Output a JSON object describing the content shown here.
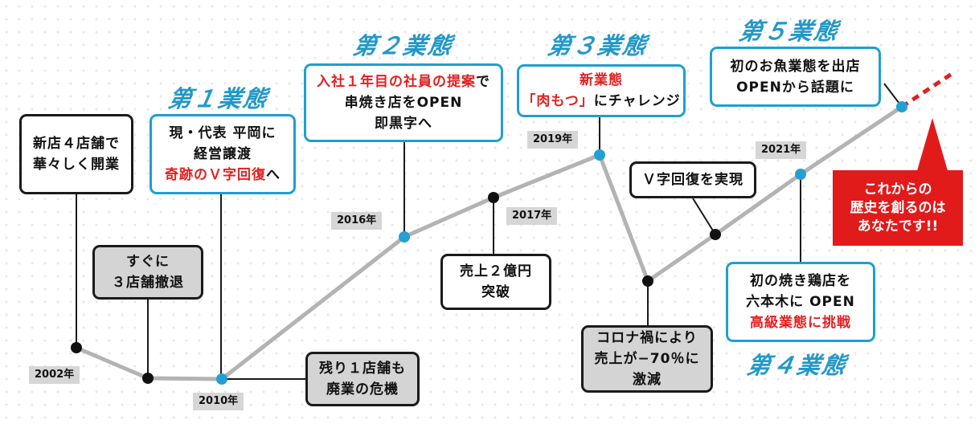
{
  "phases": [
    {
      "label": "第１業態"
    },
    {
      "label": "第２業態"
    },
    {
      "label": "第３業態"
    },
    {
      "label": "第４業態"
    },
    {
      "label": "第５業態"
    }
  ],
  "years": [
    {
      "label": "2002年"
    },
    {
      "label": "2010年"
    },
    {
      "label": "2016年"
    },
    {
      "label": "2017年"
    },
    {
      "label": "2019年"
    },
    {
      "label": "2021年"
    }
  ],
  "events": [
    {
      "lines": [
        {
          "text": "新店４店舗で",
          "red": false
        },
        {
          "text": "華々しく開業",
          "red": false
        }
      ]
    },
    {
      "lines": [
        {
          "text": "すぐに",
          "red": false
        },
        {
          "text": "３店舗撤退",
          "red": false
        }
      ]
    },
    {
      "lines": [
        {
          "text": "現・代表 平岡に",
          "red": false
        },
        {
          "text": "経営譲渡",
          "red": false
        },
        {
          "text": "奇跡のＶ字回復",
          "red": true,
          "tail": "へ"
        }
      ]
    },
    {
      "lines": [
        {
          "text": "残り１店舗も",
          "red": false
        },
        {
          "text": "廃業の危機",
          "red": false
        }
      ]
    },
    {
      "lines": [
        {
          "text": "入社１年目の社員の提案",
          "red": true,
          "tail": "で"
        },
        {
          "text": "串焼き店をOPEN",
          "red": false
        },
        {
          "text": "即黒字へ",
          "red": false
        }
      ]
    },
    {
      "lines": [
        {
          "text": "売上２億円",
          "red": false
        },
        {
          "text": "突破",
          "red": false
        }
      ]
    },
    {
      "lines": [
        {
          "text": "新業態",
          "red": true
        },
        {
          "text": "「肉もつ」",
          "red": true,
          "tail": "にチャレンジ"
        }
      ]
    },
    {
      "lines": [
        {
          "text": "コロナ禍により",
          "red": false
        },
        {
          "text": "売上が−70％に",
          "red": false
        },
        {
          "text": "激減",
          "red": false
        }
      ]
    },
    {
      "lines": [
        {
          "text": "Ｖ字回復を実現",
          "red": false
        }
      ]
    },
    {
      "lines": [
        {
          "text": "初の焼き鶏店を",
          "red": false
        },
        {
          "text": "六本木に OPEN",
          "red": false
        },
        {
          "text": "高級業態に挑戦",
          "red": true
        }
      ]
    },
    {
      "lines": [
        {
          "text": "初のお魚業態を出店",
          "red": false
        },
        {
          "text": "OPENから話題に",
          "red": false
        }
      ]
    }
  ],
  "callout": {
    "lines": [
      "これからの",
      "歴史を創るのは",
      "あなたです!!"
    ]
  },
  "colors": {
    "accent_blue": "#1e9fd0",
    "red": "#e41f1f",
    "line_gray": "#b3b3b3",
    "box_gray": "#d4d4d4"
  }
}
